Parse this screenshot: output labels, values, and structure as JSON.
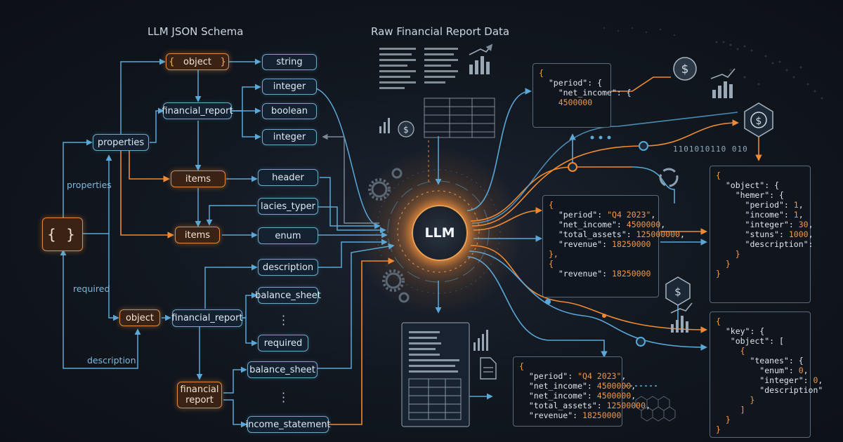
{
  "schema": {
    "title": "LLM JSON Schema",
    "root_brace": "{ }",
    "nodes": {
      "object_top": "object",
      "string": "string",
      "integer_1": "integer",
      "financial_report_1": "financial_report",
      "boolean": "boolean",
      "integer_2": "integer",
      "properties": "properties",
      "items_1": "items",
      "header": "header",
      "lacies_typer": "lacies_typer",
      "items_2": "items",
      "enum": "enum",
      "description": "description",
      "object_mid": "object",
      "financial_report_2": "financial_report",
      "balance_sheet_1": "balance_sheet",
      "required": "required",
      "balance_sheet_2": "balance_sheet",
      "financial_report_3": "financial report",
      "income_statement": "income_statement"
    },
    "edge_labels": {
      "properties": "properties",
      "required": "required",
      "description": "description"
    }
  },
  "raw_data": {
    "title": "Raw Financial Report Data"
  },
  "llm": {
    "label": "LLM"
  },
  "binary_text": "1101010110  010",
  "cards": {
    "top": [
      "{",
      "  \"period\": {",
      "    \"net_income\": {",
      "    4500000"
    ],
    "middle": [
      "{",
      "  \"period\": \"Q4 2023\",",
      "  \"net_income\": 4500000,",
      "  \"total_assets\": 125000000,",
      "  \"revenue\": 18250000",
      "},",
      "{",
      "  \"revenue\": 18250000"
    ],
    "bottom": [
      "{",
      "  \"period\": \"Q4 2023\",",
      "  \"net_income\": 4500000,",
      "  \"net_income\": 4500000,",
      "  \"total_assets\": 12500000,",
      "  \"revenue\": 18250000"
    ],
    "right_top": [
      "{",
      "  \"object\": {",
      "    \"hemer\": {",
      "      \"period\": 1,",
      "      \"income\": 1,",
      "      \"integer\": 30,",
      "      \"stuns\": 1000,",
      "      \"description\":",
      "    }",
      "  }",
      "}"
    ],
    "right_bottom": [
      "{",
      "  \"key\": {",
      "   \"object\": [",
      "     {",
      "       \"teanes\": {",
      "         \"enum\": 0,",
      "         \"integer\": 0,",
      "         \"description\"",
      "       }",
      "     ]",
      "  }",
      "}"
    ]
  },
  "colors": {
    "blue": "#5aa8d8",
    "orange": "#f08a32",
    "background": "#0d1117"
  }
}
